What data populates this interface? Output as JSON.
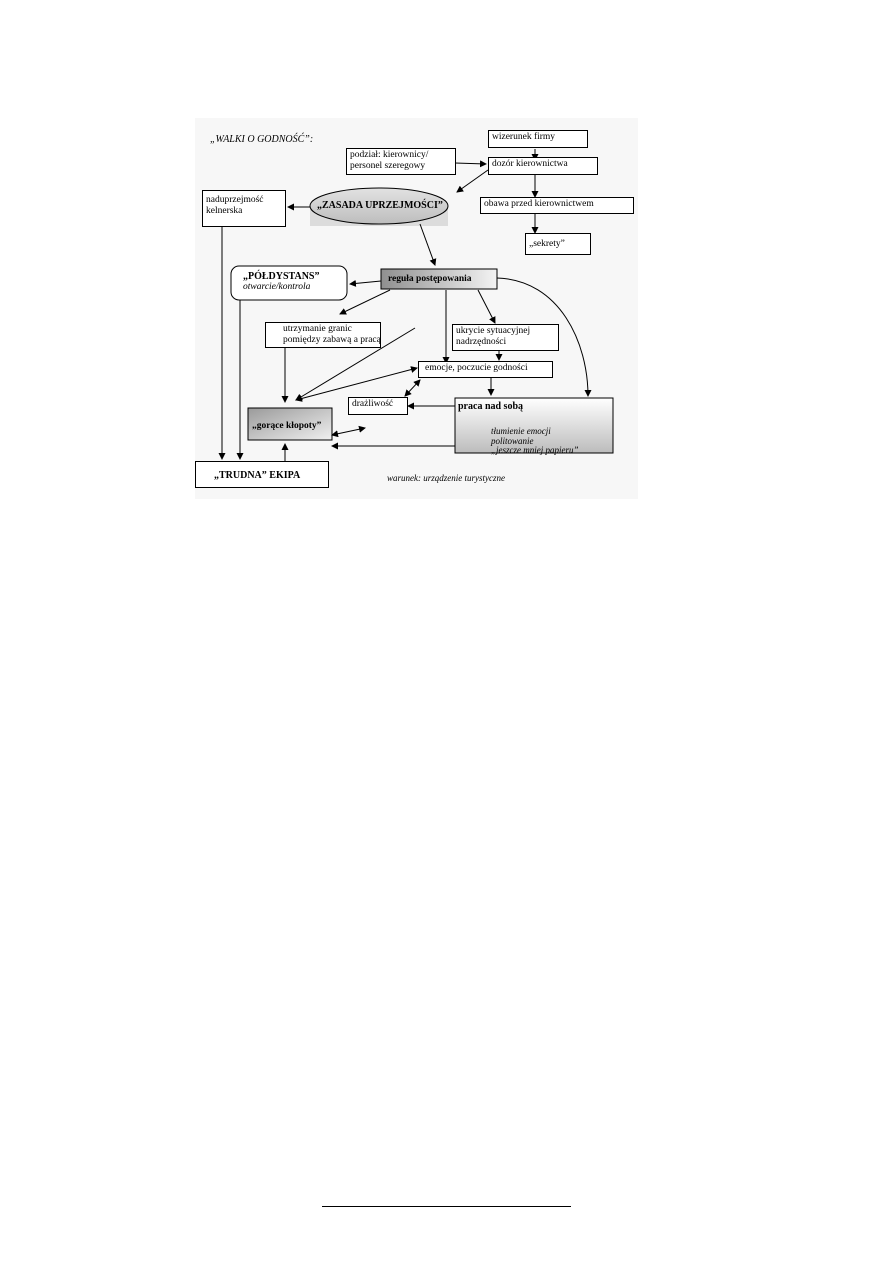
{
  "diagram": {
    "title": "„WALKI O GODNOŚĆ”:",
    "nodes": {
      "wizerunek": "wizerunek firmy",
      "podzial": [
        "podział: kierownicy/",
        "personel szeregowy"
      ],
      "dozor": "dozór kierownictwa",
      "naduprzejmosc": [
        "naduprzejmość",
        "kelnerska"
      ],
      "zasada": "„ZASADA UPRZEJMOŚCI”",
      "obawa": "obawa przed kierownictwem",
      "sekrety": "„sekrety”",
      "poldystans": "„PÓŁDYSTANS”",
      "poldystans_sub": "otwarcie/kontrola",
      "regula": "reguła postępowania",
      "utrzymanie": [
        "utrzymanie granic",
        "pomiędzy zabawą a pracą"
      ],
      "ukrycie": [
        "ukrycie sytuacyjnej",
        "nadrzędności"
      ],
      "emocje": "emocje, poczucie godności",
      "drazliwosc": "drażliwość",
      "praca": "praca nad sobą",
      "praca_items": [
        "tłumienie emocji",
        "politowanie",
        "„jeszcze mniej papieru”"
      ],
      "gorace": "„gorące kłopoty”",
      "trudna": "„TRUDNA” EKIPA"
    },
    "condition": {
      "label": "warunek:",
      "value": "urządzenie turystyczne"
    }
  }
}
